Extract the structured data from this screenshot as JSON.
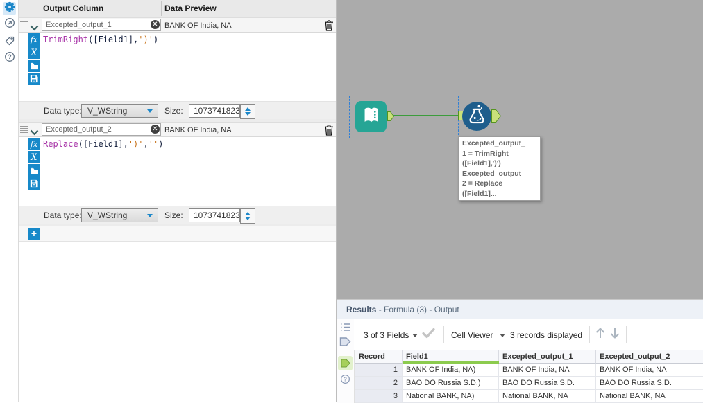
{
  "config_sidebar": {
    "icons": [
      "settings-icon",
      "navigate-icon",
      "tag-icon",
      "help-icon"
    ]
  },
  "config": {
    "columns": {
      "output_column": "Output Column",
      "data_preview": "Data Preview"
    },
    "editor_icons": [
      "functions-icon",
      "variables-icon",
      "open-icon",
      "save-icon"
    ],
    "fx_label": "fx",
    "x_label": "X",
    "add_label": "+",
    "rows": [
      {
        "name": "Excepted_output_1",
        "preview": "BANK OF India, NA",
        "formula": "TrimRight([Field1],')')",
        "formula_parts": [
          "TrimRight",
          "([Field1],",
          "')'",
          ")"
        ],
        "data_type_label": "Data type:",
        "data_type": "V_WString",
        "size_label": "Size:",
        "size": "1073741823"
      },
      {
        "name": "Excepted_output_2",
        "preview": "BANK OF India, NA",
        "formula": "Replace([Field1],')','')",
        "formula_parts": [
          "Replace",
          "([Field1],",
          "')'",
          ",",
          "''",
          ")"
        ],
        "data_type_label": "Data type:",
        "data_type": "V_WString",
        "size_label": "Size:",
        "size": "1073741823"
      }
    ]
  },
  "canvas": {
    "tools": [
      {
        "icon": "input-data-tool-icon"
      },
      {
        "icon": "formula-tool-icon"
      }
    ],
    "tooltip": "Excepted_output_\n1 = TrimRight\n([Field1],')')\nExcepted_output_\n2 = Replace\n([Field1]..."
  },
  "results": {
    "title": "Results",
    "subtitle": " - Formula (3) - Output",
    "strip_icons": [
      "list-icon",
      "connection-icon",
      "output-anchor-icon",
      "help-icon"
    ],
    "toolbar": {
      "fields": "3 of 3 Fields",
      "cell_viewer": "Cell Viewer",
      "records": "3 records displayed",
      "icons": [
        "apply-check-icon",
        "up-arrow-icon",
        "down-arrow-icon"
      ]
    },
    "table": {
      "columns": [
        "Record",
        "Field1",
        "Excepted_output_1",
        "Excepted_output_2"
      ],
      "rows": [
        [
          "1",
          "BANK OF India, NA)",
          "BANK OF India, NA",
          "BANK OF India, NA"
        ],
        [
          "2",
          "BAO DO Russia S.D.)",
          "BAO DO Russia S.D.",
          "BAO DO Russia S.D."
        ],
        [
          "3",
          "National BANK, NA)",
          "National BANK, NA",
          "National BANK, NA"
        ]
      ]
    }
  },
  "colors": {
    "accent_blue": "#1789C9",
    "formula_tool_blue": "#1F5E8C",
    "input_tool_teal": "#26A595",
    "anchor_green": "#C9E17A",
    "wire_green": "#3C9C3C",
    "selection_blue": "#2F7FD6",
    "canvas_gray": "#ABABAB",
    "field_underline_green": "#8CCB4E",
    "function_text": "#A733A7",
    "string_text": "#C8731B"
  }
}
